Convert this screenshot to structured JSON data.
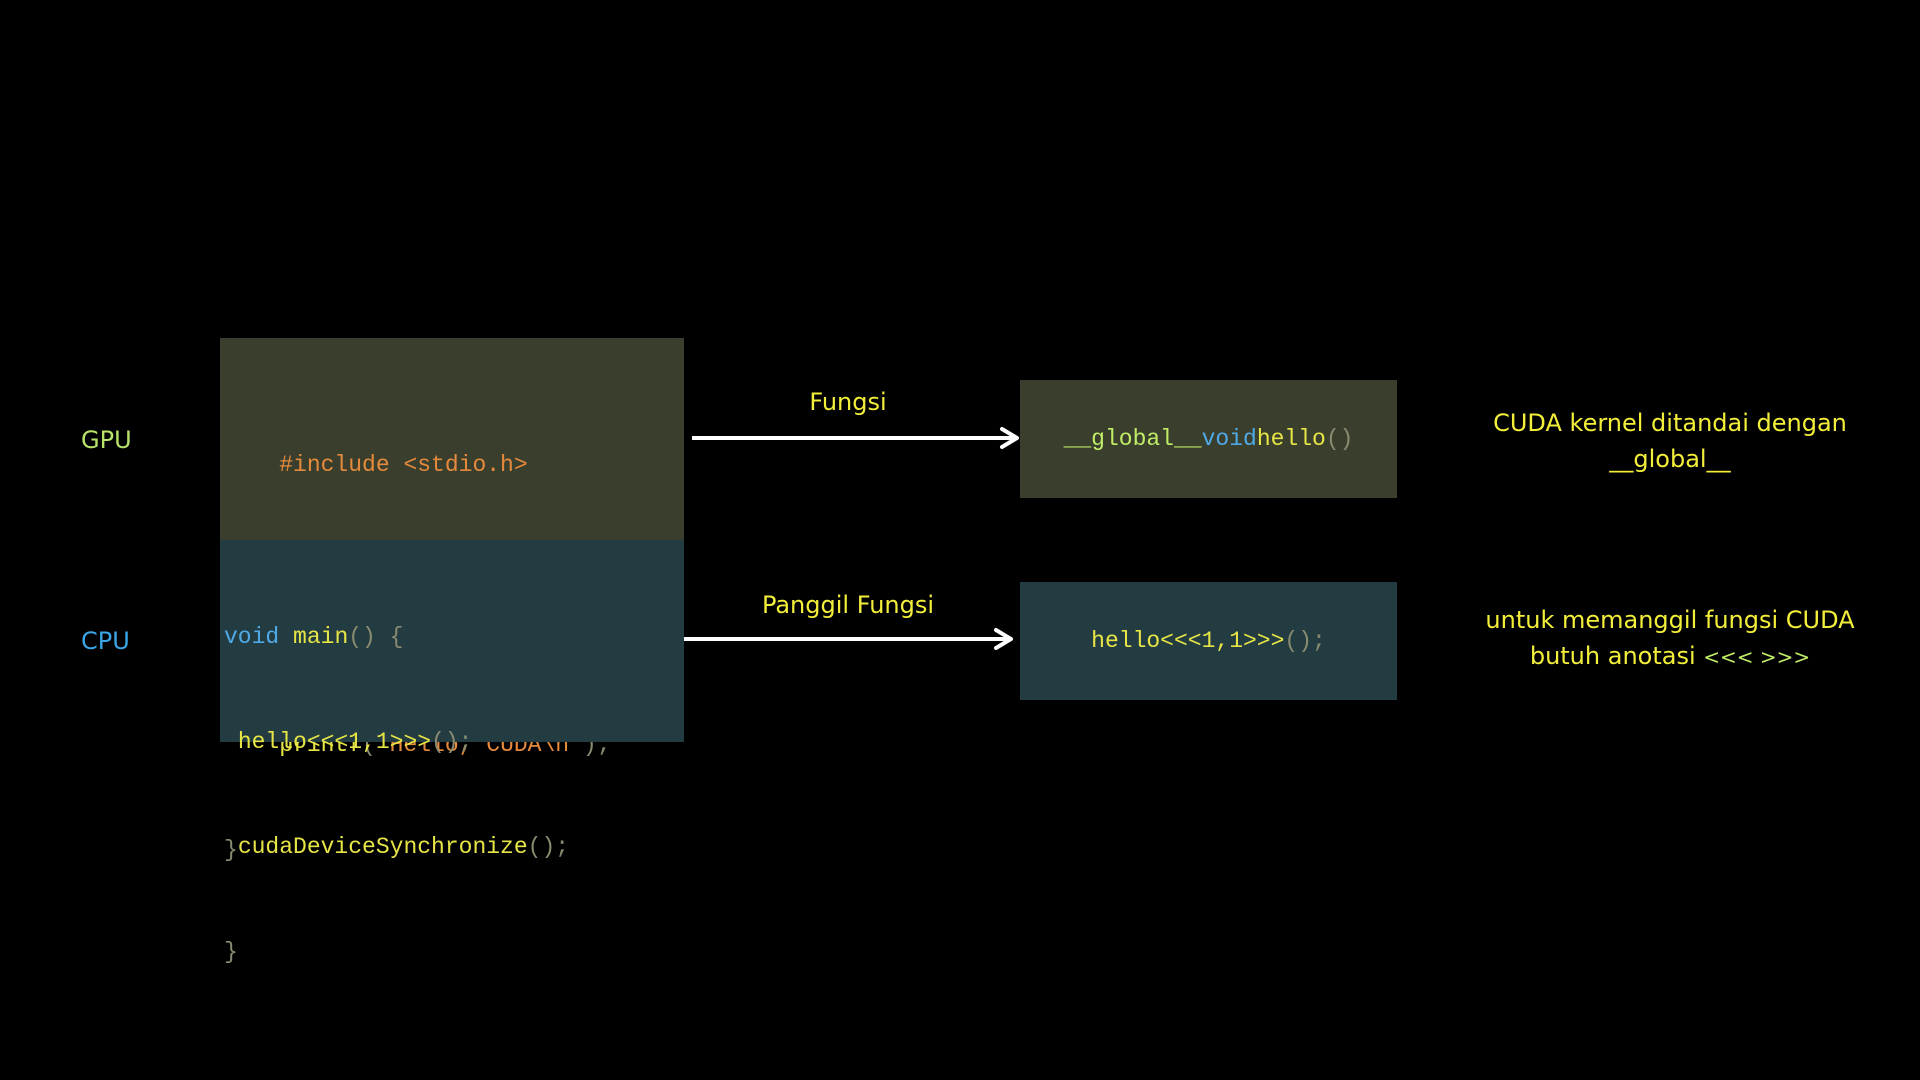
{
  "colors": {
    "background": "#000000",
    "gpu_label": "#b7e36a",
    "cpu_label": "#3aa6e8",
    "gpu_box": "#393f2c",
    "cpu_box": "#233c42",
    "keyword_blue": "#4fa9e6",
    "function_yellow": "#e7e546",
    "global_green": "#c1ec67",
    "preprocessor_orange": "#e58a3c",
    "string_orange": "#e58a3c",
    "punct_gray": "#8a8a70",
    "arrow_white": "#ffffff",
    "note_yellow": "#f2ee3a",
    "annotation_green": "#c1ec67"
  },
  "labels": {
    "gpu": "GPU",
    "cpu": "CPU"
  },
  "code": {
    "include": "#include <stdio.h>",
    "global_kw": "__global__",
    "void_kw": "void",
    "hello_fn": "hello",
    "parens": "()",
    "open_brace": "{",
    "printf_fn": "printf",
    "open_paren": "(",
    "string": "\"Hello, CUDA\\n\"",
    "close_stmt": ");",
    "close_brace": "}",
    "main_fn": "main",
    "hello_launch": "hello<<<1,1>>>",
    "call_end": "();",
    "sync_fn": "cudaDeviceSynchronize"
  },
  "arrows": {
    "top_label": "Fungsi",
    "bottom_label": "Panggil Fungsi"
  },
  "notes": {
    "kernel_line1": "CUDA kernel ditandai dengan",
    "kernel_line2": "__global__",
    "call_line1": "untuk memanggil fungsi CUDA",
    "call_line2_text": "butuh anotasi",
    "call_line2_symbols": "<<< >>>"
  }
}
